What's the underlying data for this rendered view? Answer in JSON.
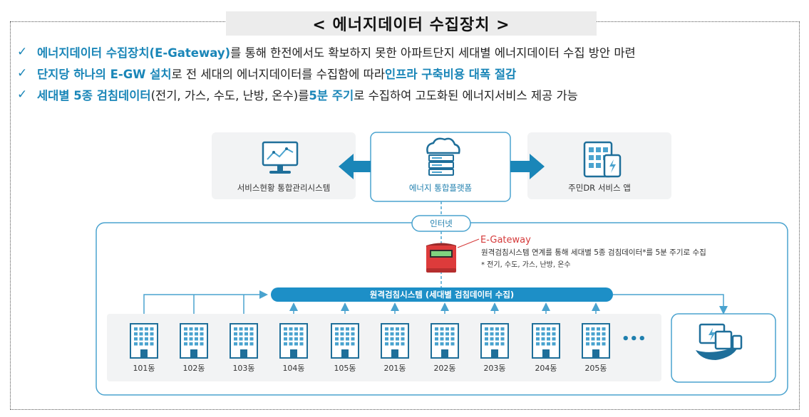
{
  "title": "< 에너지데이터 수집장치 >",
  "bullets": [
    {
      "parts": [
        {
          "text": "에너지데이터 수집장치(E-Gateway)",
          "hl": true
        },
        {
          "text": "를 통해 한전에서도 확보하지 못한 아파트단지 세대별 에너지데이터 수집 방안 마련",
          "hl": false
        }
      ]
    },
    {
      "parts": [
        {
          "text": "단지당 하나의 E-GW 설치",
          "hl": true
        },
        {
          "text": "로 전 세대의 에너지데이터를 수집함에 따라 ",
          "hl": false
        },
        {
          "text": "인프라 구축비용 대폭 절감",
          "hl": true
        }
      ]
    },
    {
      "parts": [
        {
          "text": "세대별 5종 검침데이터",
          "hl": true
        },
        {
          "text": "(전기, 가스, 수도, 난방, 온수)를 ",
          "hl": false
        },
        {
          "text": "5분 주기",
          "hl": true
        },
        {
          "text": "로 수집하여 고도화된 에너지서비스 제공 가능",
          "hl": false
        }
      ]
    }
  ],
  "top_boxes": {
    "left": "서비스현황 통합관리시스템",
    "center": "에너지 통합플랫폼",
    "right": "주민DR 서비스 앱"
  },
  "internet_label": "인터넷",
  "egateway": {
    "title": "E-Gateway",
    "desc": "원격검침시스템 연계를 통해 세대별 5종 검침데이터*를 5분 주기로 수집",
    "note": "* 전기, 수도, 가스, 난방, 온수"
  },
  "metering_bar": "원격검침시스템 (세대별 검침데이터 수집)",
  "buildings": [
    "101동",
    "102동",
    "103동",
    "104동",
    "105동",
    "201동",
    "202동",
    "203동",
    "204동",
    "205동"
  ],
  "more_dots": "•••",
  "colors": {
    "accent": "#1a86b8",
    "line": "#4aa3cf",
    "pill": "#1d8fc7",
    "egw": "#d53a3a"
  }
}
